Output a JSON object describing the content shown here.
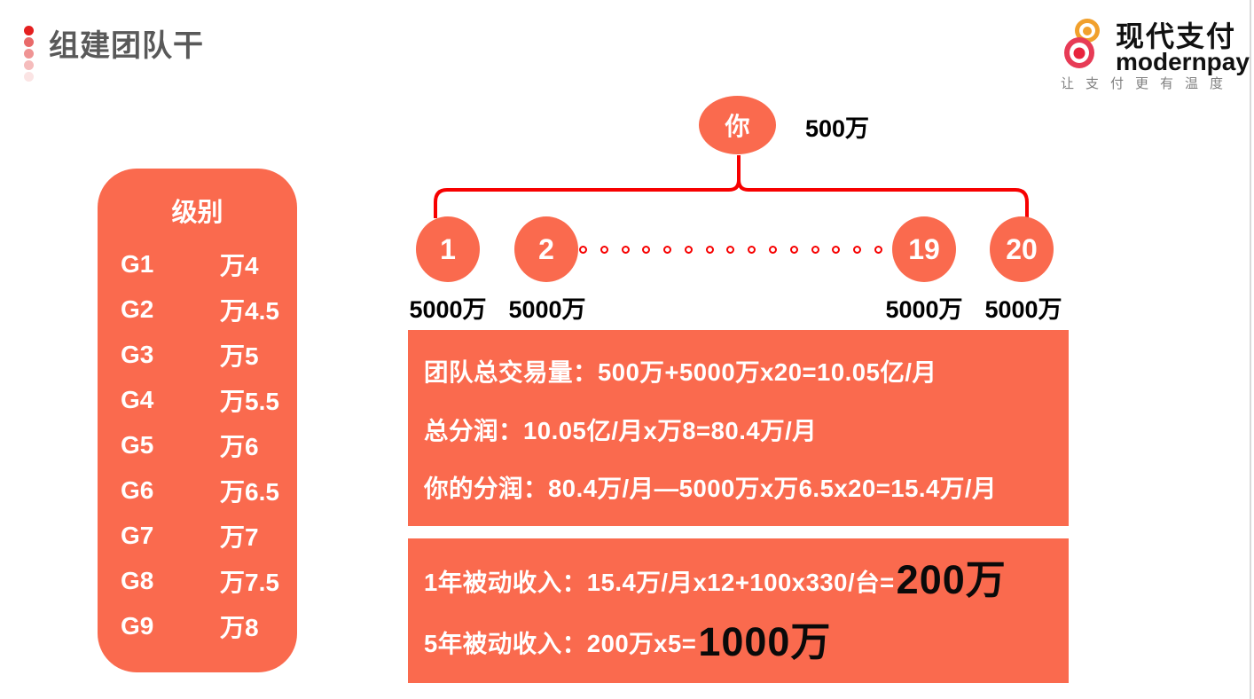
{
  "header": {
    "title": "组建团队干",
    "logo": {
      "name": "现代支付",
      "name_en": "modernpay",
      "tagline": "让支付更有温度"
    }
  },
  "level_table": {
    "header": "级别",
    "rows": [
      {
        "level": "G1",
        "rate": "万4"
      },
      {
        "level": "G2",
        "rate": "万4.5"
      },
      {
        "level": "G3",
        "rate": "万5"
      },
      {
        "level": "G4",
        "rate": "万5.5"
      },
      {
        "level": "G5",
        "rate": "万6"
      },
      {
        "level": "G6",
        "rate": "万6.5"
      },
      {
        "level": "G7",
        "rate": "万7"
      },
      {
        "level": "G8",
        "rate": "万7.5"
      },
      {
        "level": "G9",
        "rate": "万8"
      }
    ]
  },
  "diagram": {
    "root": {
      "label": "你",
      "volume": "500万"
    },
    "children": [
      {
        "label": "1",
        "volume": "5000万"
      },
      {
        "label": "2",
        "volume": "5000万"
      },
      {
        "label": "19",
        "volume": "5000万"
      },
      {
        "label": "20",
        "volume": "5000万"
      }
    ],
    "ellipsis_dots": 15
  },
  "calc_box1": {
    "lines": [
      "团队总交易量：500万+5000万x20=10.05亿/月",
      "总分润：10.05亿/月x万8=80.4万/月",
      "你的分润：80.4万/月—5000万x万6.5x20=15.4万/月"
    ]
  },
  "calc_box2": {
    "lines": [
      {
        "prefix": "1年被动收入：15.4万/月x12+100x330/台=",
        "highlight": "200万"
      },
      {
        "prefix": "5年被动收入：200万x5=",
        "highlight": "1000万"
      }
    ]
  },
  "colors": {
    "coral": "#fa6a4e",
    "connector_red": "#f70000",
    "title_gray": "#595959",
    "logo_orange": "#f1a02c",
    "logo_pink": "#e73b56",
    "tagline_gray": "#808080",
    "highlight_black": "#0a0a0a"
  }
}
